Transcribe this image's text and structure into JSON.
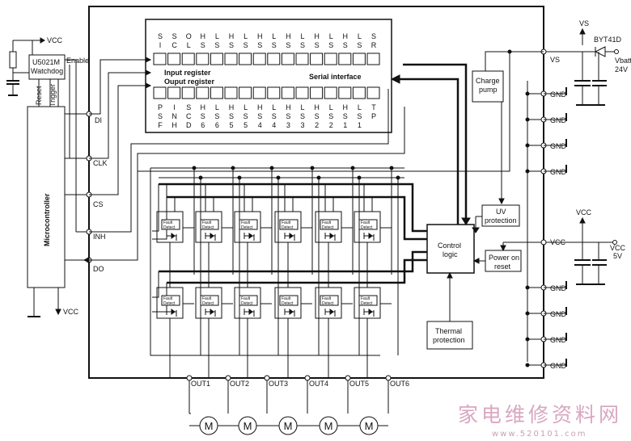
{
  "watchdog": {
    "title_line1": "U5021M",
    "title_line2": "Watchdog",
    "enable": "Enable",
    "reset": "Reset",
    "trigger": "Trigger"
  },
  "microcontroller": "Microcontroller",
  "supply": {
    "vcc_top": "VCC",
    "vcc_bottom": "VCC",
    "vs_rail": "VS",
    "vs_in": "VS",
    "diode": "BYT41D",
    "vbatt": "Vbatt",
    "vbatt_voltage": "24V",
    "vcc_rail": "VCC",
    "vcc_in": "VCC",
    "vcc_out": "VCC",
    "vcc_voltage": "5V"
  },
  "pins": {
    "di": "DI",
    "clk": "CLK",
    "cs": "CS",
    "inh": "INH",
    "do": "DO"
  },
  "registers": {
    "input_bits": [
      [
        "S",
        "I"
      ],
      [
        "S",
        "C"
      ],
      [
        "O",
        "L"
      ],
      [
        "H",
        "S"
      ],
      [
        "L",
        "S"
      ],
      [
        "H",
        "S"
      ],
      [
        "L",
        "S"
      ],
      [
        "H",
        "S"
      ],
      [
        "L",
        "S"
      ],
      [
        "H",
        "S"
      ],
      [
        "L",
        "S"
      ],
      [
        "H",
        "S"
      ],
      [
        "L",
        "S"
      ],
      [
        "H",
        "S"
      ],
      [
        "L",
        "S"
      ],
      [
        "S",
        "R"
      ]
    ],
    "input_bits_3": [
      "",
      "T",
      "D",
      "6",
      "6",
      "5",
      "5",
      "4",
      "4",
      "3",
      "3",
      "2",
      "2",
      "1",
      "1",
      ""
    ],
    "output_bits": [
      [
        "P",
        "S"
      ],
      [
        "I",
        "N"
      ],
      [
        "S",
        "C"
      ],
      [
        "H",
        "S"
      ],
      [
        "L",
        "S"
      ],
      [
        "H",
        "S"
      ],
      [
        "L",
        "S"
      ],
      [
        "H",
        "S"
      ],
      [
        "L",
        "S"
      ],
      [
        "H",
        "S"
      ],
      [
        "L",
        "S"
      ],
      [
        "H",
        "S"
      ],
      [
        "L",
        "S"
      ],
      [
        "H",
        "S"
      ],
      [
        "L",
        "S"
      ],
      [
        "T",
        "P"
      ]
    ],
    "output_bits_3": [
      "F",
      "H",
      "D",
      "6",
      "6",
      "5",
      "5",
      "4",
      "4",
      "3",
      "3",
      "2",
      "2",
      "1",
      "1",
      ""
    ],
    "input_label": "Input register",
    "output_label": "Ouput register",
    "serial_label": "Serial interface"
  },
  "blocks": {
    "charge_pump_1": "Charge",
    "charge_pump_2": "pump",
    "uv_1": "UV",
    "uv_2": "protection",
    "control_1": "Control",
    "control_2": "logic",
    "por_1": "Power on",
    "por_2": "reset",
    "thermal_1": "Thermal",
    "thermal_2": "protection"
  },
  "fault_detect": {
    "line1": "Fault",
    "line2": "Detect"
  },
  "gnd": "GND",
  "outputs": [
    "OUT1",
    "OUT2",
    "OUT3",
    "OUT4",
    "OUT5",
    "OUT6"
  ],
  "motor": "M",
  "watermark": {
    "cn": "家电维修资料网",
    "url": "www.520101.com"
  }
}
